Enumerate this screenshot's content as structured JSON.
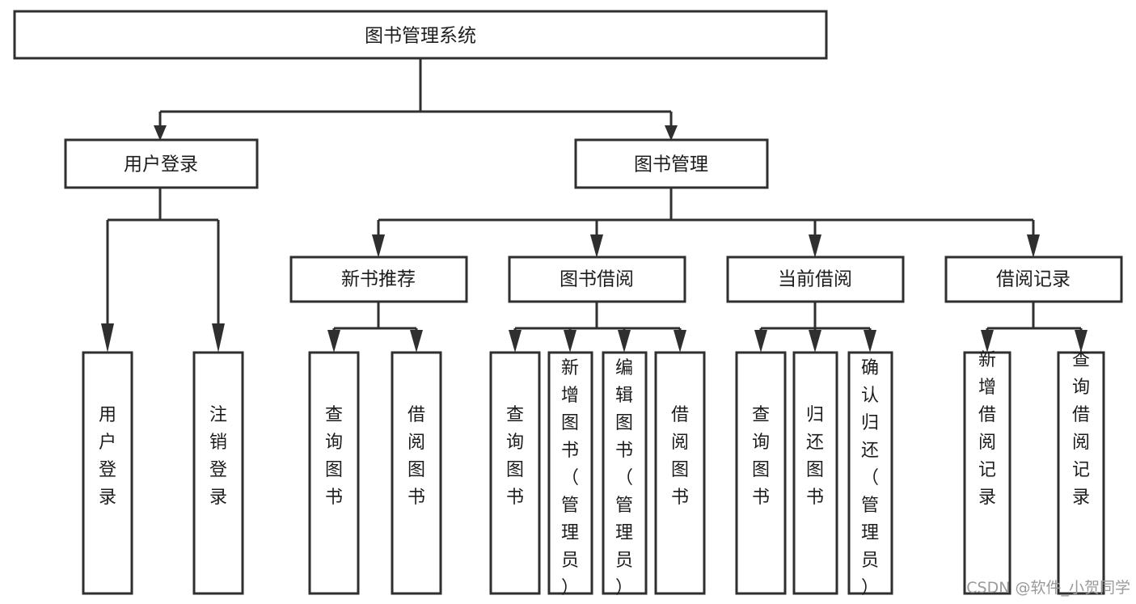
{
  "diagram": {
    "title": "图书管理系统",
    "type": "tree-hierarchy-chart",
    "root": {
      "id": "root",
      "label": "图书管理系统"
    },
    "level2": [
      {
        "id": "user-login",
        "label": "用户登录"
      },
      {
        "id": "book-manage",
        "label": "图书管理"
      }
    ],
    "level3": [
      {
        "id": "new-book-rec",
        "label": "新书推荐",
        "parent": "book-manage"
      },
      {
        "id": "book-borrow",
        "label": "图书借阅",
        "parent": "book-manage"
      },
      {
        "id": "current-borrow",
        "label": "当前借阅",
        "parent": "book-manage"
      },
      {
        "id": "borrow-record",
        "label": "借阅记录",
        "parent": "book-manage"
      }
    ],
    "leaves": [
      {
        "id": "leaf-user-login",
        "label": "用户登录",
        "parent": "user-login"
      },
      {
        "id": "leaf-logout-login",
        "label": "注销登录",
        "parent": "user-login"
      },
      {
        "id": "leaf-query-book-1",
        "label": "查询图书",
        "parent": "new-book-rec"
      },
      {
        "id": "leaf-borrow-book-1",
        "label": "借阅图书",
        "parent": "new-book-rec"
      },
      {
        "id": "leaf-query-book-2",
        "label": "查询图书",
        "parent": "book-borrow"
      },
      {
        "id": "leaf-add-book",
        "label": "新增图书（管理员）",
        "parent": "book-borrow"
      },
      {
        "id": "leaf-edit-book",
        "label": "编辑图书（管理员）",
        "parent": "book-borrow"
      },
      {
        "id": "leaf-borrow-book-2",
        "label": "借阅图书",
        "parent": "book-borrow"
      },
      {
        "id": "leaf-query-book-3",
        "label": "查询图书",
        "parent": "current-borrow"
      },
      {
        "id": "leaf-return-book",
        "label": "归还图书",
        "parent": "current-borrow"
      },
      {
        "id": "leaf-confirm-return",
        "label": "确认归还（管理员）",
        "parent": "current-borrow"
      },
      {
        "id": "leaf-add-record",
        "label": "新增借阅记录",
        "parent": "borrow-record"
      },
      {
        "id": "leaf-query-record",
        "label": "查询借阅记录",
        "parent": "borrow-record"
      }
    ],
    "watermark": "CSDN @软件_小贺同学",
    "colors": {
      "box_stroke": "#2f2f2f",
      "box_fill": "#ffffff",
      "text": "#1c1c1c",
      "watermark": "#9a9a9a",
      "background": "#ffffff"
    }
  }
}
